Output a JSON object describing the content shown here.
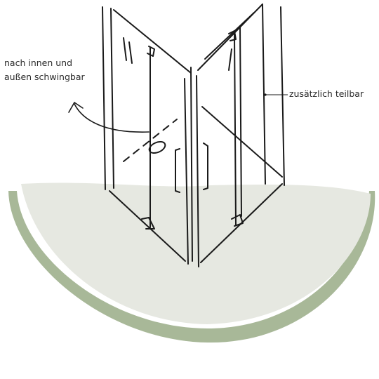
{
  "annotations": {
    "swing_line1": "nach innen und",
    "swing_line2": "außen schwingbar",
    "divisible": "zusätzlich teilbar"
  },
  "colors": {
    "tray_fill": "#e6e8e1",
    "tray_rim": "#a8b898",
    "ink": "#1a1a1a",
    "background": "#ffffff"
  }
}
